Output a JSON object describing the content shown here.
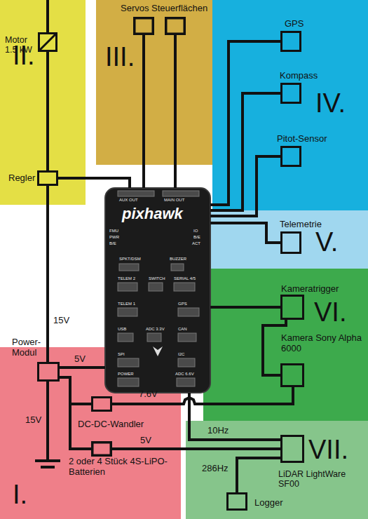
{
  "diagram": {
    "nodes": [
      {
        "text": [
          "II."
        ]
      },
      {
        "text": [
          "Motor 1.5 kW"
        ],
        "in": 0
      },
      {
        "text": [
          "Regler"
        ],
        "in": 0
      },
      {
        "text": [
          "Servos Steuerflächen",
          "III."
        ]
      },
      {
        "text": [
          "IV."
        ]
      },
      {
        "text": [
          "GPS"
        ],
        "in": 4
      },
      {
        "text": [
          "Kompass"
        ],
        "in": 4
      },
      {
        "text": [
          "Pitot-Sensor"
        ],
        "in": 4
      },
      {
        "text": [
          "V."
        ]
      },
      {
        "text": [
          "Telemetrie"
        ],
        "in": 8
      },
      {
        "text": [
          "pixhawk",
          "AUX OUT",
          "MAIN OUT",
          "FMU",
          "PWR",
          "B/E",
          "IO",
          "B/E",
          "ACT",
          "SPKT/DSM",
          "BUZZER",
          "TELEM 2",
          "SWITCH",
          "SERIAL 4/5",
          "TELEM 1",
          "GPS",
          "USB",
          "ADC 3.3V",
          "CAN",
          "SPI",
          "I2C",
          "POWER",
          "ADC 6.6V"
        ]
      },
      {
        "text": [
          "VI."
        ]
      },
      {
        "text": [
          "Kameratrigger"
        ],
        "in": 11
      },
      {
        "text": [
          "Kamera Sony Alpha 6000"
        ],
        "in": 11
      },
      {
        "text": [
          "I."
        ]
      },
      {
        "text": [
          "Power-Modul"
        ],
        "in": 14
      },
      {
        "text": [
          "DC-DC-Wandler"
        ],
        "in": 14
      },
      {
        "text": [
          "2 oder 4 Stück 4S-LiPO-Batterien"
        ],
        "in": 14
      },
      {
        "text": [
          "VII."
        ]
      },
      {
        "text": [
          "LiDAR LightWare SF00"
        ],
        "in": 18
      },
      {
        "text": [
          "Logger"
        ],
        "in": 18
      }
    ],
    "edges": [
      {
        "from": 1,
        "to": 2,
        "arrow": "none"
      },
      {
        "from": 2,
        "to": 10,
        "arrow": "none"
      },
      {
        "from": 2,
        "to": 15,
        "label": "15V",
        "arrow": "none"
      },
      {
        "from": 10,
        "to": 5,
        "arrow": "none"
      },
      {
        "from": 10,
        "to": 6,
        "arrow": "none"
      },
      {
        "from": 10,
        "to": 7,
        "arrow": "none"
      },
      {
        "from": 10,
        "to": 9,
        "arrow": "none"
      },
      {
        "from": 10,
        "to": 12,
        "arrow": "none"
      },
      {
        "from": 12,
        "to": 13,
        "arrow": "none"
      },
      {
        "from": 10,
        "to": 19,
        "label": "10Hz",
        "arrow": "none"
      },
      {
        "from": 19,
        "to": 20,
        "label": "286Hz",
        "arrow": "none"
      },
      {
        "from": 15,
        "to": 10,
        "label": "5V",
        "arrow": "none"
      },
      {
        "from": 15,
        "to": 17,
        "label": "15V",
        "arrow": "none"
      },
      {
        "from": 15,
        "to": 16,
        "arrow": "none"
      },
      {
        "from": 16,
        "to": 13,
        "label": "7.6V",
        "arrow": "none"
      }
    ],
    "labels": [
      "5V"
    ]
  }
}
